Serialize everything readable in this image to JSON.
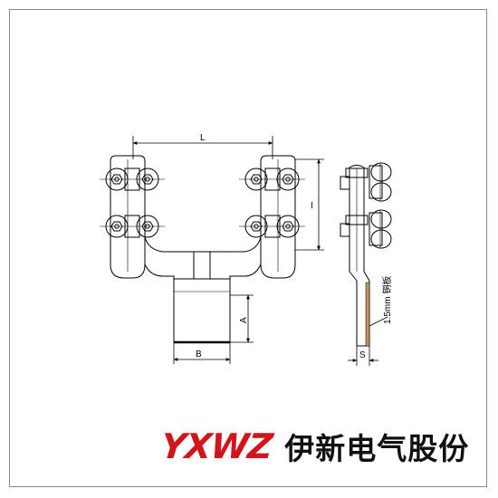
{
  "diagram": {
    "labels": {
      "L": "L",
      "I": "I",
      "A": "A",
      "B": "B",
      "S": "S",
      "plate_note": "1.5mm 铜板"
    }
  },
  "brand": {
    "logo": "YXWZ",
    "company": "伊新电气股份",
    "colors": {
      "logo": "#d4141c",
      "company": "#111111",
      "copper": "#c8915a"
    }
  }
}
